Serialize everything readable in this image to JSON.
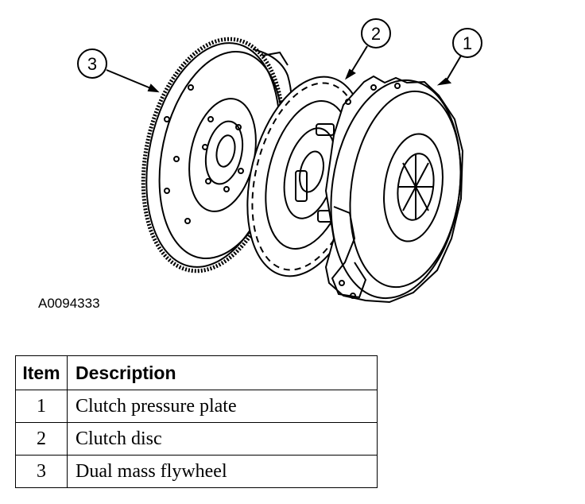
{
  "figure": {
    "callouts": [
      "1",
      "2",
      "3"
    ],
    "figure_id": "A0094333"
  },
  "legend": {
    "headers": {
      "item": "Item",
      "description": "Description"
    },
    "rows": [
      {
        "item": "1",
        "description": "Clutch pressure plate"
      },
      {
        "item": "2",
        "description": "Clutch disc"
      },
      {
        "item": "3",
        "description": "Dual mass flywheel"
      }
    ]
  }
}
